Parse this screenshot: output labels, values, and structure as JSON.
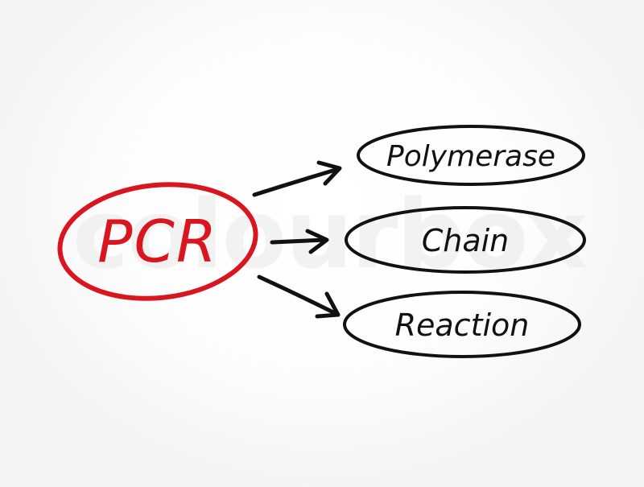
{
  "diagram": {
    "acronym": "PCR",
    "accent_color": "#d9161f",
    "ink_color": "#111111",
    "expansions": [
      {
        "label": "Polymerase"
      },
      {
        "label": "Chain"
      },
      {
        "label": "Reaction"
      }
    ],
    "watermark": "colourbox"
  }
}
